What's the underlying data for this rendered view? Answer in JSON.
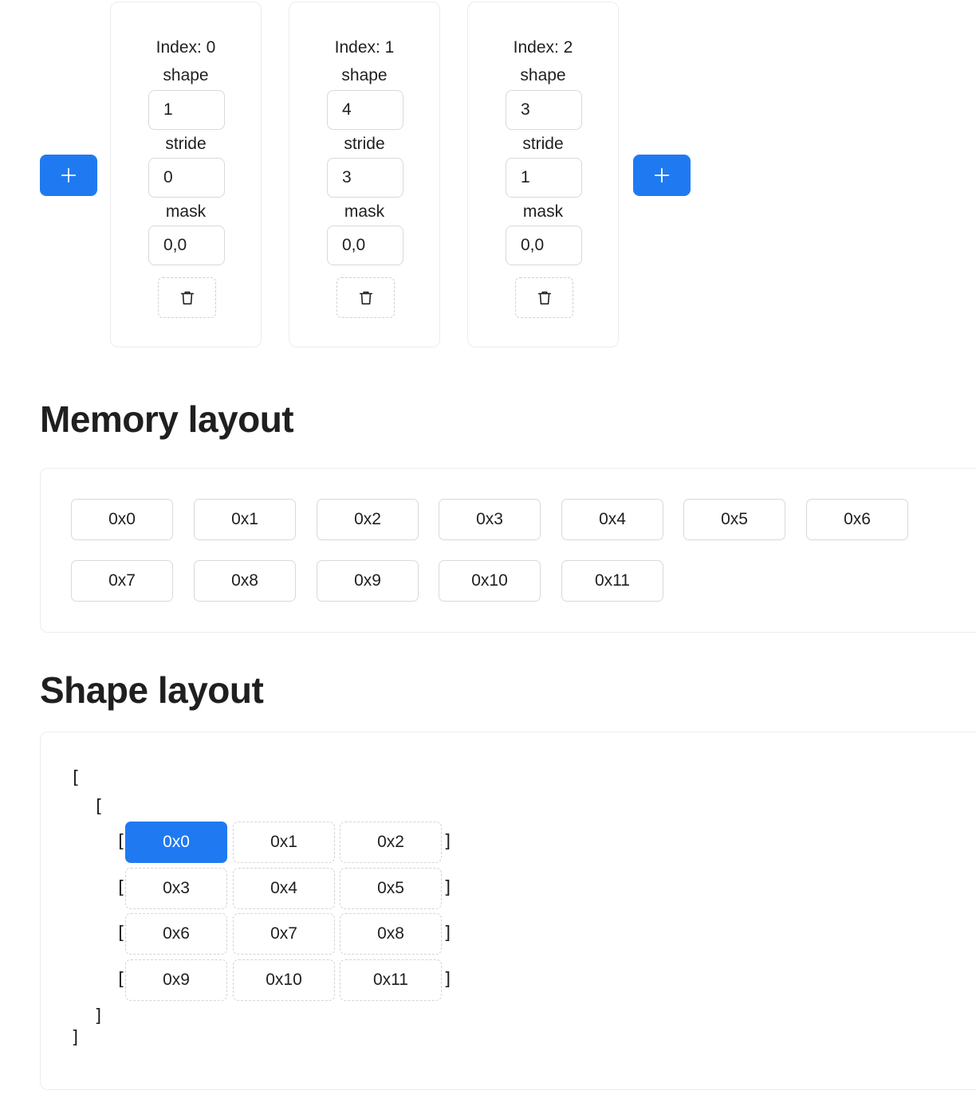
{
  "colors": {
    "accent": "#1f7af2",
    "border": "#d9d9d9",
    "text": "#1f1f1f",
    "background": "#ffffff"
  },
  "toolbar": {
    "add_left_icon": "plus-icon",
    "add_right_icon": "plus-icon"
  },
  "dimensions": [
    {
      "index_label": "Index: 0",
      "shape_label": "shape",
      "shape_value": "1",
      "stride_label": "stride",
      "stride_value": "0",
      "mask_label": "mask",
      "mask_value": "0,0",
      "delete_icon": "trash-icon"
    },
    {
      "index_label": "Index: 1",
      "shape_label": "shape",
      "shape_value": "4",
      "stride_label": "stride",
      "stride_value": "3",
      "mask_label": "mask",
      "mask_value": "0,0",
      "delete_icon": "trash-icon"
    },
    {
      "index_label": "Index: 2",
      "shape_label": "shape",
      "shape_value": "3",
      "stride_label": "stride",
      "stride_value": "1",
      "mask_label": "mask",
      "mask_value": "0,0",
      "delete_icon": "trash-icon"
    }
  ],
  "memory_layout": {
    "title": "Memory layout",
    "cells": [
      "0x0",
      "0x1",
      "0x2",
      "0x3",
      "0x4",
      "0x5",
      "0x6",
      "0x7",
      "0x8",
      "0x9",
      "0x10",
      "0x11"
    ]
  },
  "shape_layout": {
    "title": "Shape layout",
    "open_bracket": "[",
    "close_bracket": "]",
    "rows": [
      [
        "0x0",
        "0x1",
        "0x2"
      ],
      [
        "0x3",
        "0x4",
        "0x5"
      ],
      [
        "0x6",
        "0x7",
        "0x8"
      ],
      [
        "0x9",
        "0x10",
        "0x11"
      ]
    ],
    "selected": "0x0"
  }
}
